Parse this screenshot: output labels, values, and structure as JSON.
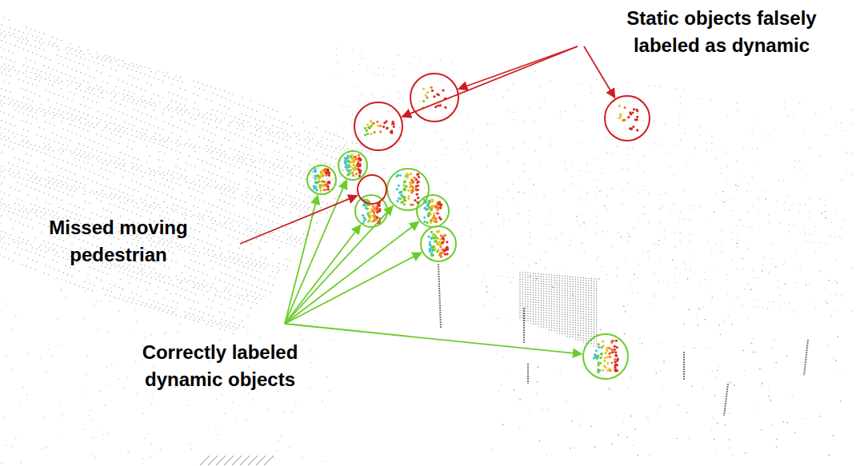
{
  "diagram": {
    "labels": [
      "Static objects falsely labeled as dynamic",
      "Missed moving pedestrian",
      "Correctly labeled dynamic objects"
    ]
  }
}
